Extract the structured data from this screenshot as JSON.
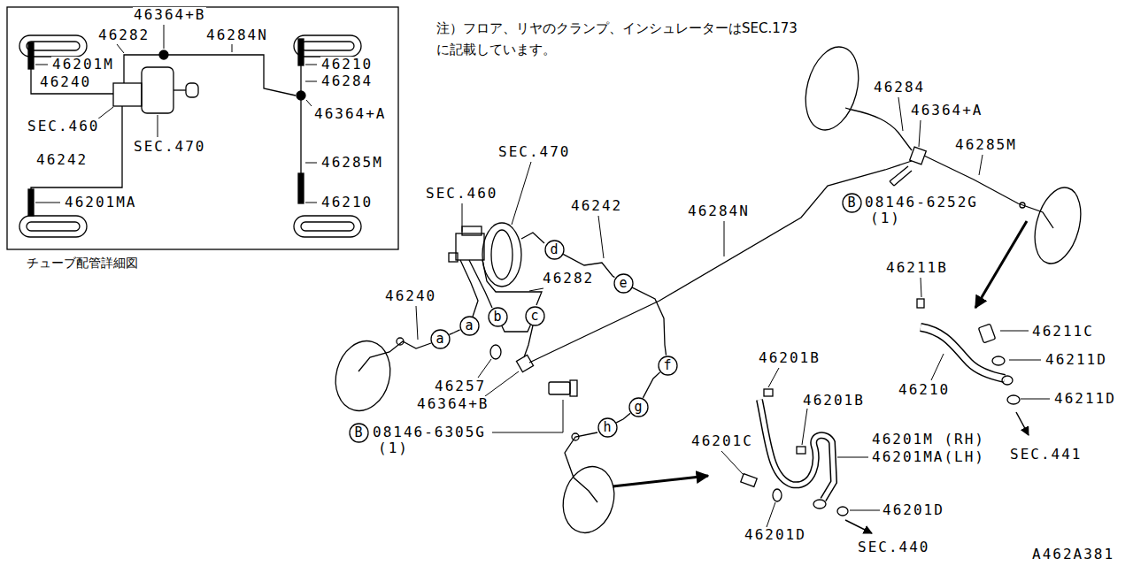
{
  "diagram": {
    "caption": "チューブ配管詳細図",
    "nodes": [
      {
        "text": [
          "B"
        ]
      },
      {
        "text": [
          "d"
        ]
      },
      {
        "text": [
          "e"
        ]
      },
      {
        "text": [
          "c"
        ]
      },
      {
        "text": [
          "b"
        ]
      },
      {
        "text": [
          "a"
        ]
      },
      {
        "text": [
          "a"
        ]
      },
      {
        "text": [
          "f"
        ]
      },
      {
        "text": [
          "g"
        ]
      },
      {
        "text": [
          "h"
        ]
      },
      {
        "text": [
          "B"
        ]
      }
    ],
    "edges": [
      {
        "from": 6,
        "to": 5,
        "arrow": "none"
      },
      {
        "from": 4,
        "to": 3,
        "arrow": "none"
      },
      {
        "from": 1,
        "to": 2,
        "arrow": "none"
      },
      {
        "from": 2,
        "to": 7,
        "arrow": "none"
      },
      {
        "from": 7,
        "to": 8,
        "arrow": "none"
      },
      {
        "from": 8,
        "to": 9,
        "arrow": "none"
      }
    ],
    "labels": [
      "46364+B",
      "46282",
      "46284N",
      "46201M",
      "46210",
      "46284",
      "46240",
      "46364+A",
      "SEC.460",
      "SEC.470",
      "46242",
      "46285M",
      "46201MA",
      "46210",
      "注）フロア、リヤのクランプ、インシュレーターはSEC.173 に記載しています。",
      "46284",
      "46364+A",
      "46285M",
      "SEC.470",
      "SEC.460",
      "08146-6252G",
      "(1)",
      "46242",
      "46284N",
      "46211B",
      "46282",
      "46240",
      "46211C",
      "46201B",
      "46211D",
      "46257",
      "46210",
      "46211D",
      "46201B",
      "46364+B",
      "08146-6305G",
      "(1)",
      "46201M (RH)",
      "46201MA(LH)",
      "46201C",
      "SEC.441",
      "46201D",
      "46201D",
      "SEC.440",
      "A462A381"
    ]
  }
}
